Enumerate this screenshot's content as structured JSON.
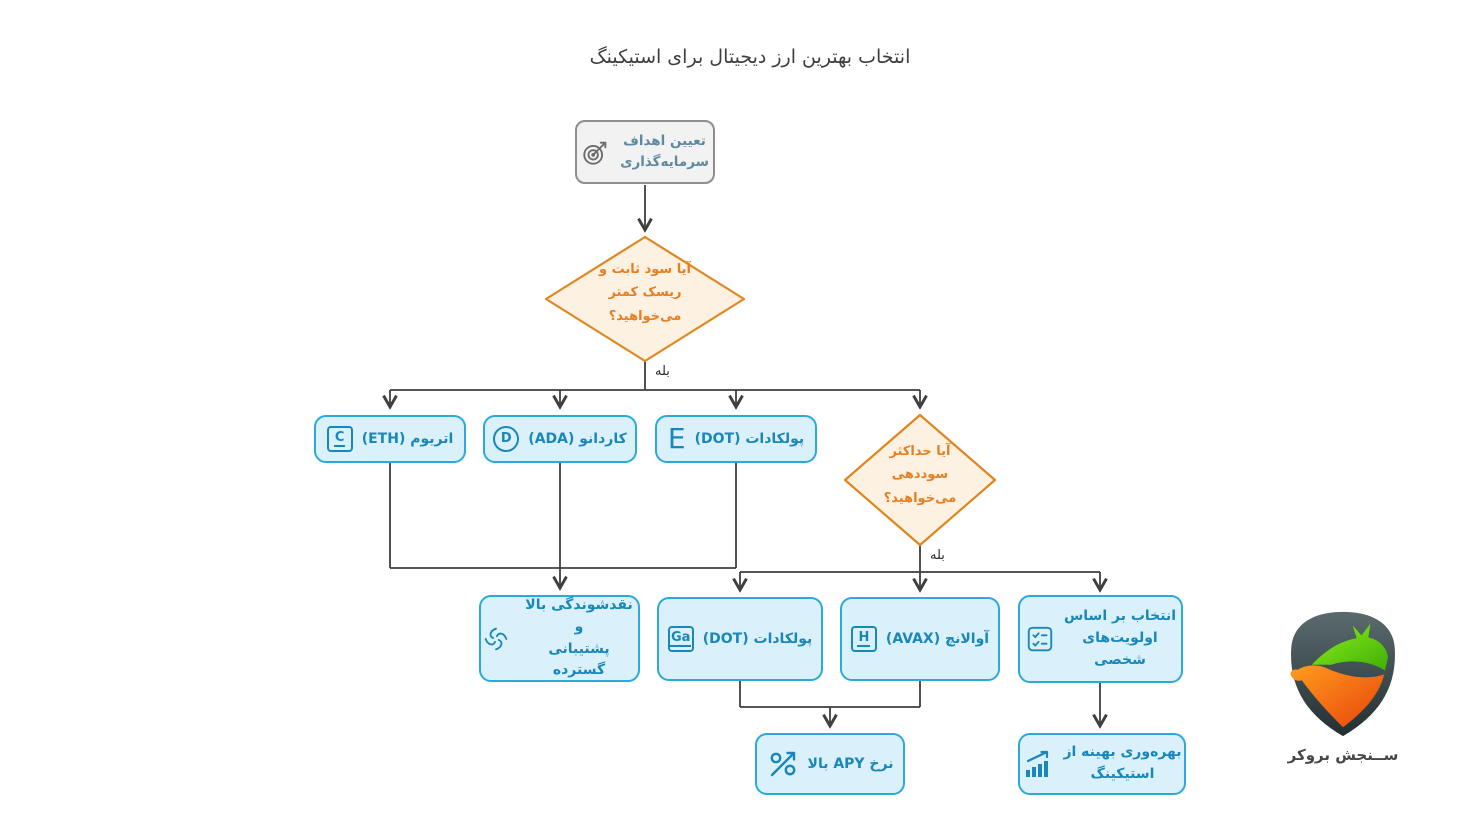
{
  "title": "انتخاب بهترین ارز دیجیتال برای استیکینگ",
  "colors": {
    "node_border": "#2aa9dd",
    "node_fill": "#daf1fb",
    "node_text": "#1987b9",
    "decision_border": "#e0861f",
    "decision_fill": "#fdf1e2",
    "decision_text": "#e67e22",
    "start_fill": "#f2f2f2",
    "start_border": "#8f8f8f",
    "start_text": "#5d8aa0",
    "connector": "#3f3f3f",
    "logo_green": "#5fd415",
    "logo_orange": "#f85f0e",
    "logo_slate": "#3c4a4d"
  },
  "flow": {
    "start": {
      "lines": [
        "تعیین اهداف",
        "سرمایه‌گذاری"
      ],
      "icon": "target"
    },
    "decision1": {
      "lines": [
        "آیا سود ثابت و",
        "ریسک کمتر",
        "می‌خواهید؟"
      ]
    },
    "branch1_label": "بله",
    "eth": {
      "label": "اتریوم (ETH)",
      "icon_letter": "C"
    },
    "ada": {
      "label": "کاردانو (ADA)",
      "icon_letter": "D"
    },
    "dot1": {
      "label": "پولکادات (DOT)",
      "icon_letter": "E"
    },
    "decision2": {
      "lines": [
        "آیا حداکثر",
        "سوددهی",
        "می‌خواهید؟"
      ]
    },
    "branch2_label": "بله",
    "liquidity": {
      "lines": [
        "نقدشوندگی بالا و",
        "پشتیبانی گسترده"
      ]
    },
    "dot2": {
      "label": "پولکادات (DOT)",
      "icon_letter": "Ga"
    },
    "avax": {
      "label": "آوالانچ (AVAX)",
      "icon_letter": "H"
    },
    "priorities": {
      "lines": [
        "انتخاب بر اساس",
        "اولویت‌های",
        "شخصی"
      ]
    },
    "apy": {
      "label": "نرخ APY بالا"
    },
    "staking": {
      "lines": [
        "بهره‌وری بهینه از",
        "استیکینگ"
      ]
    }
  },
  "logo": {
    "wordmark": "ســنجش بروکر"
  }
}
